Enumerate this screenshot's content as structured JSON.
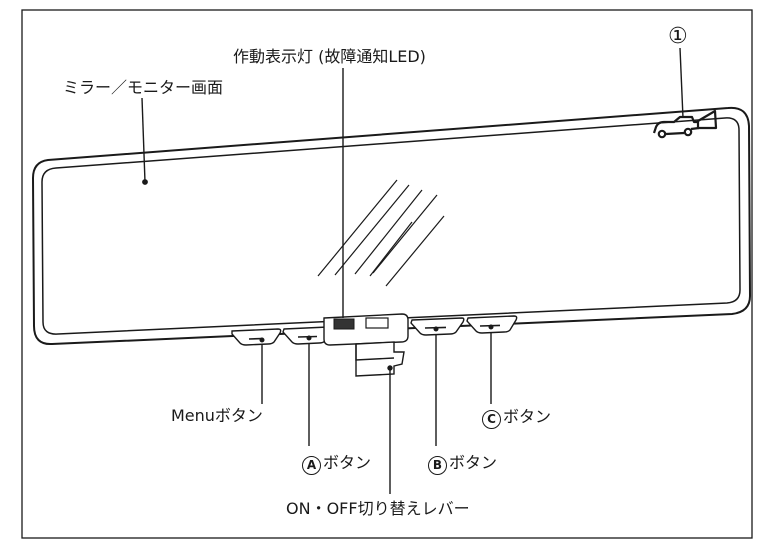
{
  "labels": {
    "indicator": "作動表示灯 (故障通知LED)",
    "screen": "ミラー／モニター画面",
    "callout_1": "①",
    "menu_button": "Menuボタン",
    "a_button_letter": "A",
    "a_button_text": "ボタン",
    "b_button_letter": "B",
    "b_button_text": "ボタン",
    "c_button_letter": "C",
    "c_button_text": "ボタン",
    "onoff_lever": "ON・OFF切り替えレバー"
  },
  "icons": {
    "callout_1": "circled-number-1",
    "rear_camera": "car-rear-camera-icon"
  },
  "colors": {
    "line": "#1a1a1a",
    "led": "#333333",
    "background": "#ffffff"
  }
}
